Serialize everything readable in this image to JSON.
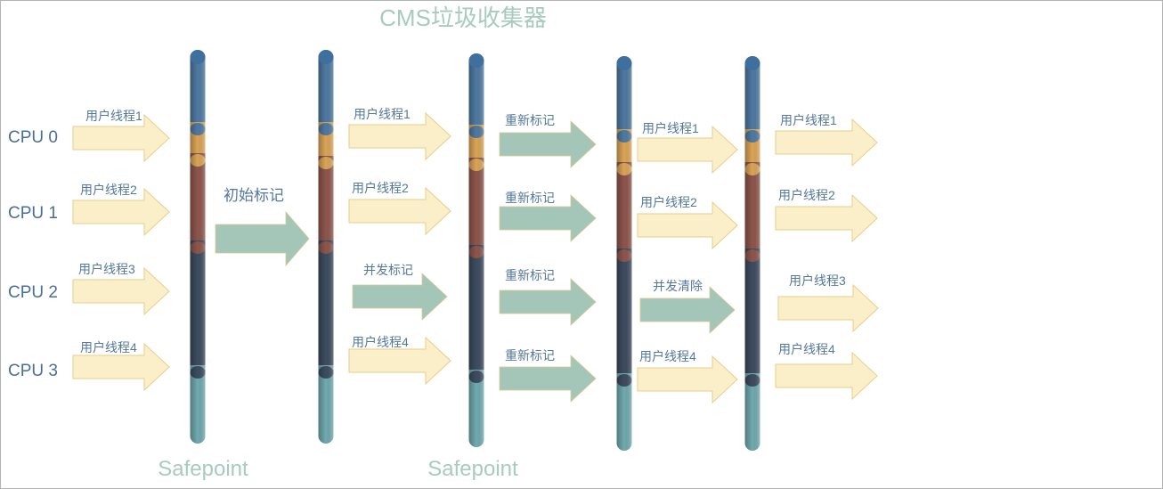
{
  "title": "CMS垃圾收集器",
  "colors": {
    "user_arrow_fill": "#fbefc9",
    "user_arrow_stroke": "#e5cf8a",
    "gc_arrow_fill": "#a3c6b9",
    "gc_arrow_stroke": "#d9c98c",
    "text_blue": "#4a6f95",
    "title_green": "#a7cbbe",
    "segment_blue": "#4f7aa2",
    "segment_orange": "#dba558",
    "segment_red": "#8e564c",
    "segment_dark": "#3d4c60",
    "segment_teal": "#71aab0"
  },
  "cpus": [
    "CPU 0",
    "CPU 1",
    "CPU 2",
    "CPU 3"
  ],
  "pillars": [
    {
      "id": "p1",
      "label": "Safepoint"
    },
    {
      "id": "p2",
      "label": ""
    },
    {
      "id": "p3",
      "label": "Safepoint"
    },
    {
      "id": "p4",
      "label": ""
    },
    {
      "id": "p5",
      "label": ""
    }
  ],
  "phases": [
    {
      "name": "before-p1",
      "arrows": [
        {
          "type": "user",
          "label": "用户线程1"
        },
        {
          "type": "user",
          "label": "用户线程2"
        },
        {
          "type": "user",
          "label": "用户线程3"
        },
        {
          "type": "user",
          "label": "用户线程4"
        }
      ]
    },
    {
      "name": "initial-mark",
      "arrows": [
        {
          "type": "gc",
          "label": "初始标记"
        }
      ]
    },
    {
      "name": "concurrent-mark",
      "arrows": [
        {
          "type": "user",
          "label": "用户线程1"
        },
        {
          "type": "user",
          "label": "用户线程2"
        },
        {
          "type": "gc",
          "label": "并发标记"
        },
        {
          "type": "user",
          "label": "用户线程4"
        }
      ]
    },
    {
      "name": "remark",
      "arrows": [
        {
          "type": "gc",
          "label": "重新标记"
        },
        {
          "type": "gc",
          "label": "重新标记"
        },
        {
          "type": "gc",
          "label": "重新标记"
        },
        {
          "type": "gc",
          "label": "重新标记"
        }
      ]
    },
    {
      "name": "concurrent-sweep",
      "arrows": [
        {
          "type": "user",
          "label": "用户线程1"
        },
        {
          "type": "user",
          "label": "用户线程2"
        },
        {
          "type": "gc",
          "label": "并发清除"
        },
        {
          "type": "user",
          "label": "用户线程4"
        }
      ]
    },
    {
      "name": "after-p5",
      "arrows": [
        {
          "type": "user",
          "label": "用户线程1"
        },
        {
          "type": "user",
          "label": "用户线程2"
        },
        {
          "type": "user",
          "label": "用户线程3"
        },
        {
          "type": "user",
          "label": "用户线程4"
        }
      ]
    }
  ]
}
